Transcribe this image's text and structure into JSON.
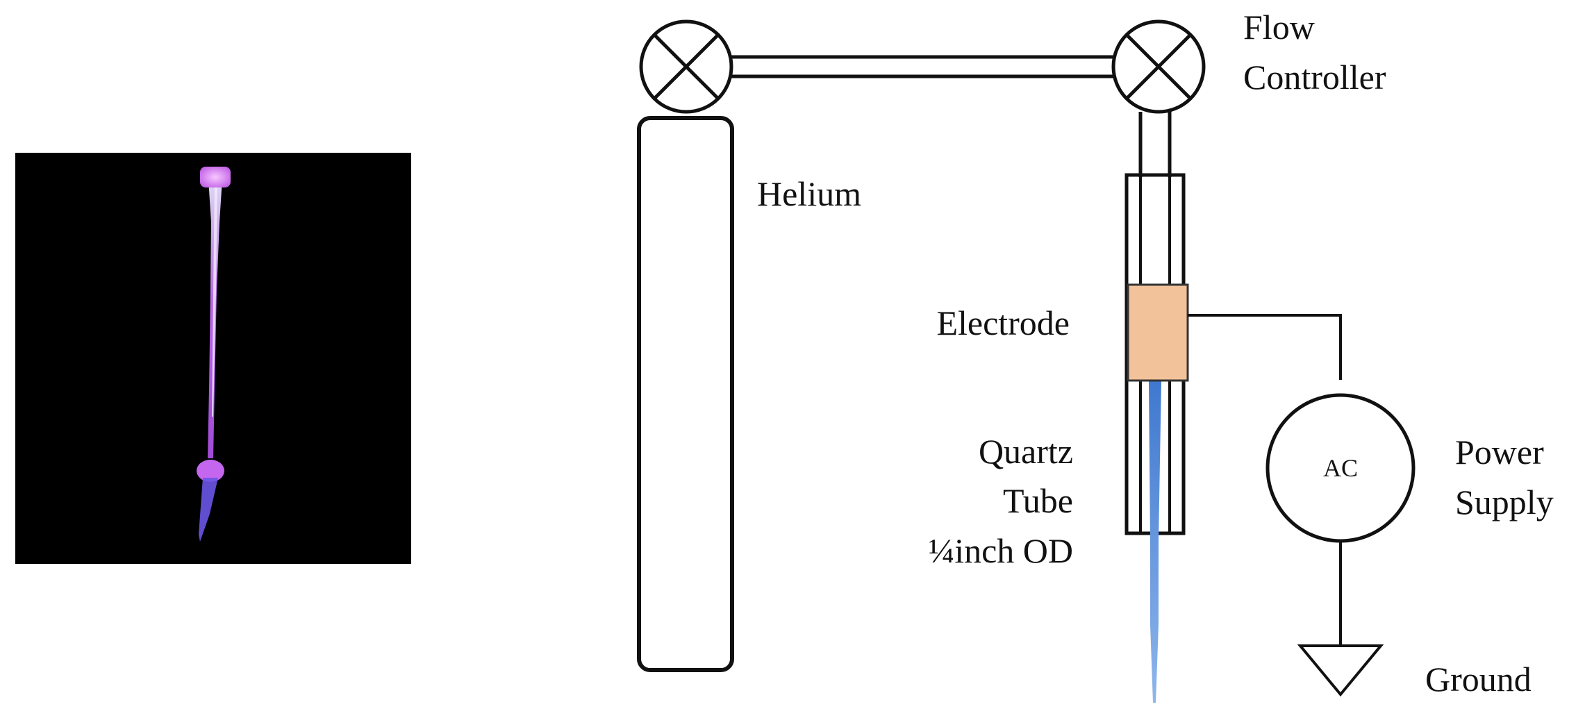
{
  "photo": {
    "background_color": "#000000",
    "plume_color": "#c77cf0",
    "tip_color": "#6a55e6",
    "cap_color": "#e08af2"
  },
  "labels": {
    "flow_line1": "Flow",
    "flow_line2": "Controller",
    "helium": "Helium",
    "electrode": "Electrode",
    "quartz_line1": "Quartz",
    "quartz_line2": "Tube",
    "quartz_line3": "¼inch OD",
    "ac": "AC",
    "power_line1": "Power",
    "power_line2": "Supply",
    "ground": "Ground"
  },
  "colors": {
    "electrode_fill": "#f2c39a",
    "plasma_jet": "#5b8fd6",
    "stroke": "#111111"
  }
}
